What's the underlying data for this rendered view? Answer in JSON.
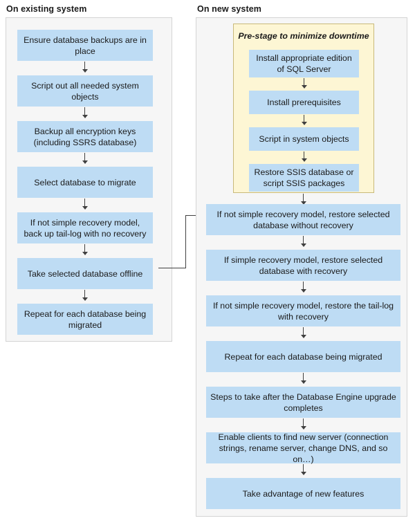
{
  "diagram": {
    "title_left": "On existing system",
    "title_right": "On new system",
    "colors": {
      "node_fill": "#bedcf4",
      "panel_fill": "#f6f6f6",
      "panel_border": "#d4d4d4",
      "prestage_fill": "#fdf6d4",
      "prestage_border": "#c8b97a",
      "arrow": "#404040",
      "text": "#1a1a1a"
    }
  },
  "left_panel": {
    "title": "On existing system",
    "steps": [
      {
        "label": "Ensure database backups are in place"
      },
      {
        "label": "Script out all needed system objects"
      },
      {
        "label": "Backup all encryption keys (including SSRS database)"
      },
      {
        "label": "Select database to migrate"
      },
      {
        "label": "If not simple recovery model, back up tail-log with no recovery"
      },
      {
        "label": "Take selected database offline"
      },
      {
        "label": "Repeat for each database being migrated"
      }
    ]
  },
  "right_panel": {
    "title": "On new system",
    "prestage": {
      "label": "Pre-stage to minimize downtime",
      "steps": [
        {
          "label": "Install appropriate edition of SQL Server"
        },
        {
          "label": "Install prerequisites"
        },
        {
          "label": "Script in system objects"
        },
        {
          "label": "Restore SSIS database or script SSIS packages"
        }
      ]
    },
    "steps": [
      {
        "label": "If not simple recovery model, restore selected database without recovery"
      },
      {
        "label": "If simple recovery model, restore selected database with recovery"
      },
      {
        "label": "If not simple recovery model, restore the tail-log with recovery"
      },
      {
        "label": "Repeat for each database being migrated"
      },
      {
        "label": "Steps to take after the Database Engine upgrade completes"
      },
      {
        "label": "Enable clients to find new server (connection strings, rename server, change DNS, and so on…)"
      },
      {
        "label": "Take advantage of new features"
      }
    ]
  },
  "connector": {
    "from": "Take selected database offline",
    "to": "If not simple recovery model, restore selected database without recovery"
  }
}
